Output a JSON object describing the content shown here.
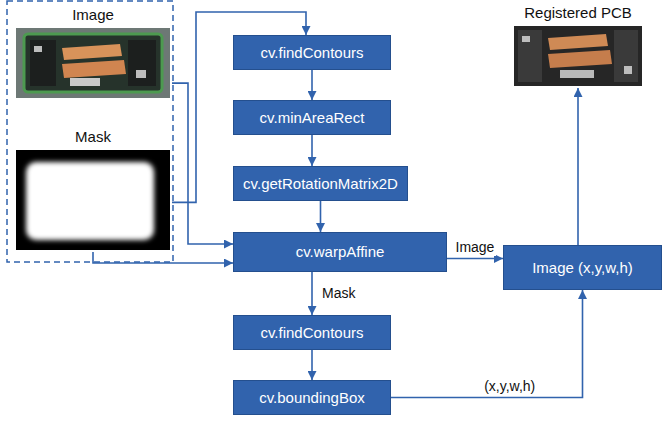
{
  "diagram": {
    "nodes": [
      {
        "text": [
          "Image"
        ]
      },
      {
        "text": [
          "Mask"
        ]
      },
      {
        "text": [
          "cv.findContours"
        ]
      },
      {
        "text": [
          "cv.minAreaRect"
        ]
      },
      {
        "text": [
          "cv.getRotationMatrix2D"
        ]
      },
      {
        "text": [
          "cv.warpAffine"
        ]
      },
      {
        "text": [
          "cv.findContours"
        ]
      },
      {
        "text": [
          "cv.boundingBox"
        ]
      },
      {
        "text": [
          "Image (x,y,w,h)"
        ]
      },
      {
        "text": [
          "Registered PCB"
        ]
      }
    ],
    "edges": [
      {
        "from": 1,
        "to": 2,
        "arrow": "to"
      },
      {
        "from": 2,
        "to": 3,
        "arrow": "to"
      },
      {
        "from": 3,
        "to": 4,
        "arrow": "to"
      },
      {
        "from": 4,
        "to": 5,
        "arrow": "to"
      },
      {
        "from": 0,
        "to": 5,
        "arrow": "to"
      },
      {
        "from": 1,
        "to": 5,
        "arrow": "to"
      },
      {
        "from": 5,
        "to": 8,
        "label": "Image",
        "arrow": "to"
      },
      {
        "from": 5,
        "to": 6,
        "label": "Mask",
        "arrow": "to"
      },
      {
        "from": 6,
        "to": 7,
        "arrow": "to"
      },
      {
        "from": 7,
        "to": 8,
        "label": "(x,y,w,h)",
        "arrow": "to"
      },
      {
        "from": 8,
        "to": 9,
        "arrow": "to"
      }
    ]
  }
}
